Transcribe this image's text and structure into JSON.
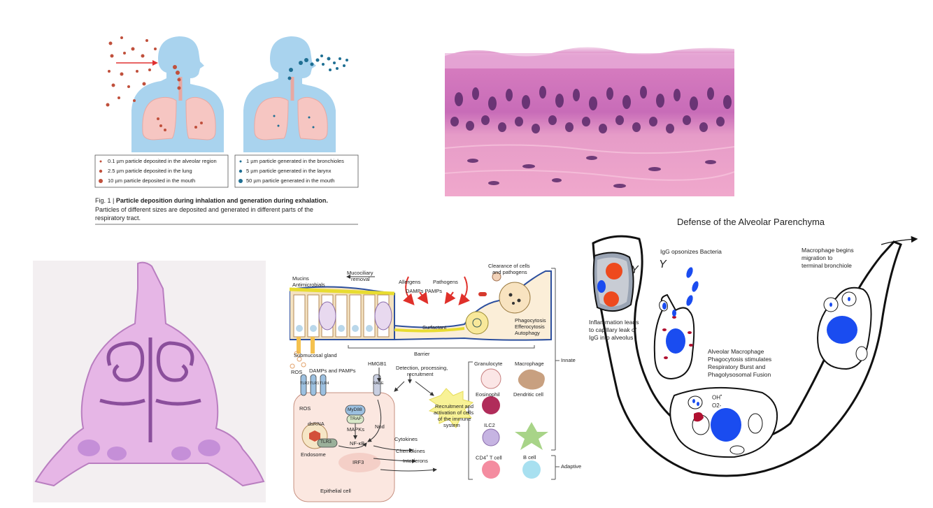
{
  "particles": {
    "legend_inhale": [
      "0.1 µm particle deposited in the alveolar region",
      "2.5 µm particle deposited in the lung",
      "10 µm particle deposited in the mouth"
    ],
    "legend_exhale": [
      "1 µm particle generated in the bronchioles",
      "5 µm particle generated in the larynx",
      "50 µm particle generated in the mouth"
    ],
    "caption_label": "Fig. 1 | ",
    "caption_title": "Particle deposition during inhalation and generation during exhalation.",
    "caption_line2": "Particles of different sizes are deposited and generated in different parts of the",
    "caption_line3": "respiratory tract.",
    "colors": {
      "body": "#a9d3ee",
      "lung": "#f6c6c2",
      "inhale_dot": "#c0503c",
      "exhale_dot": "#1f6f93",
      "arrow": "#e03030"
    }
  },
  "airway": {
    "mucins": "Mucins",
    "antimicrobials": "Antimicrobials",
    "mucociliary": "Mucociliary",
    "removal": "removal",
    "allergens": "Allergens",
    "pathogens": "Pathogens",
    "damps_pamps_top": "DAMPs PAMPs",
    "clearance": "Clearance of cells",
    "and_pathogens": "and pathogens",
    "surfactant": "Surfactant",
    "phagocytosis": "Phagocytosis",
    "efferocytosis": "Efferocytosis",
    "autophagy": "Autophagy",
    "submucosal": "Submucosal gland",
    "barrier": "Barrier",
    "innate": "Innate",
    "adaptive": "Adaptive",
    "ros_top": "ROS",
    "damps_pamps": "DAMPs and PAMPs",
    "hmgb1": "HMGB1",
    "tlr2": "TLR2",
    "tlr1": "TLR1",
    "tlr4": "TLR4",
    "rage": "RAGE",
    "myd88": "MyD88",
    "traf": "TRAF",
    "ros": "ROS",
    "mapks": "MAPKs",
    "nod": "Nod",
    "dsrna": "dsRNA",
    "tlr3": "TLR3",
    "endosome": "Endosome",
    "nfkb": "NF-κB",
    "irf3": "IRF3",
    "epithelial": "Epithelial cell",
    "detection": "Detection, processing,",
    "recruitment_top": "recruitment",
    "recruit1": "Recruitment and",
    "recruit2": "activation of cells",
    "recruit3": "of the immune",
    "recruit4": "system",
    "cytokines": "Cytokines",
    "chemokines": "Chemokines",
    "interferons": "Interferons",
    "granulocyte": "Granulocyte",
    "macrophage": "Macrophage",
    "eosinophil": "Eosinophil",
    "dendritic": "Dendritic cell",
    "ilc2": "ILC2",
    "cd4_prefix": "CD4",
    "cd4_sup": "+",
    "cd4_suffix": " T cell",
    "bcell": "B cell"
  },
  "defense": {
    "title": "Defense of the Alveolar Parenchyma",
    "igg_opsonizes": "IgG opsonizes Bacteria",
    "macrophage_begins_1": "Macrophage begins",
    "macrophage_begins_2": "migration to",
    "macrophage_begins_3": "terminal bronchiole",
    "inflammation_1": "Inflammation leads",
    "inflammation_2": "to capillary leak of",
    "inflammation_3": "IgG into alveolus",
    "alv_mac_1": "Alveolar Macrophage",
    "alv_mac_2": "Phagocytosis stimulates",
    "alv_mac_3": "Respiratory Burst and",
    "alv_mac_4": "Phagolysosomal Fusion",
    "oh": "OH",
    "oh_sup": "•",
    "o2": "O2-",
    "y1": "Y",
    "y2": "Y",
    "colors": {
      "nucleus": "#1a4cf0",
      "rbc": "#ee4a1e",
      "granule": "#b01030"
    }
  }
}
